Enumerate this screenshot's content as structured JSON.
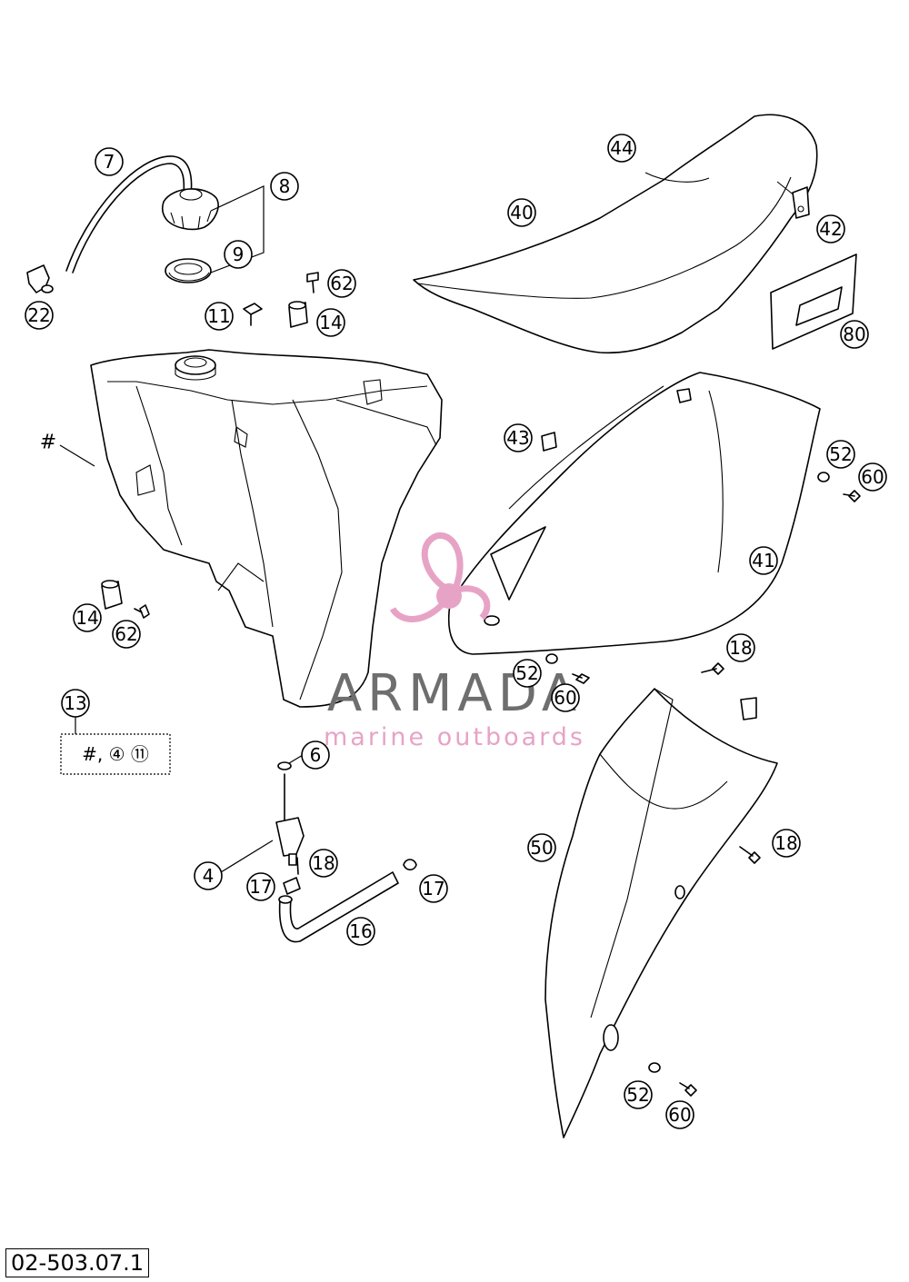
{
  "drawing_number": "02-503.07.1",
  "set_contents": "#, ④ ⑪",
  "callouts": [
    {
      "id": "7"
    },
    {
      "id": "8"
    },
    {
      "id": "9"
    },
    {
      "id": "22"
    },
    {
      "id": "11"
    },
    {
      "id": "62"
    },
    {
      "id": "14"
    },
    {
      "id": "44"
    },
    {
      "id": "40"
    },
    {
      "id": "42"
    },
    {
      "id": "80"
    },
    {
      "id": "43"
    },
    {
      "id": "52"
    },
    {
      "id": "60"
    },
    {
      "id": "41"
    },
    {
      "id": "18"
    },
    {
      "id": "13"
    },
    {
      "id": "6"
    },
    {
      "id": "4"
    },
    {
      "id": "17"
    },
    {
      "id": "16"
    },
    {
      "id": "50"
    }
  ],
  "hash_label": "#",
  "watermark": {
    "brand": "ARMADA",
    "tagline": "marine outboards",
    "color": "#e7a3c6"
  }
}
